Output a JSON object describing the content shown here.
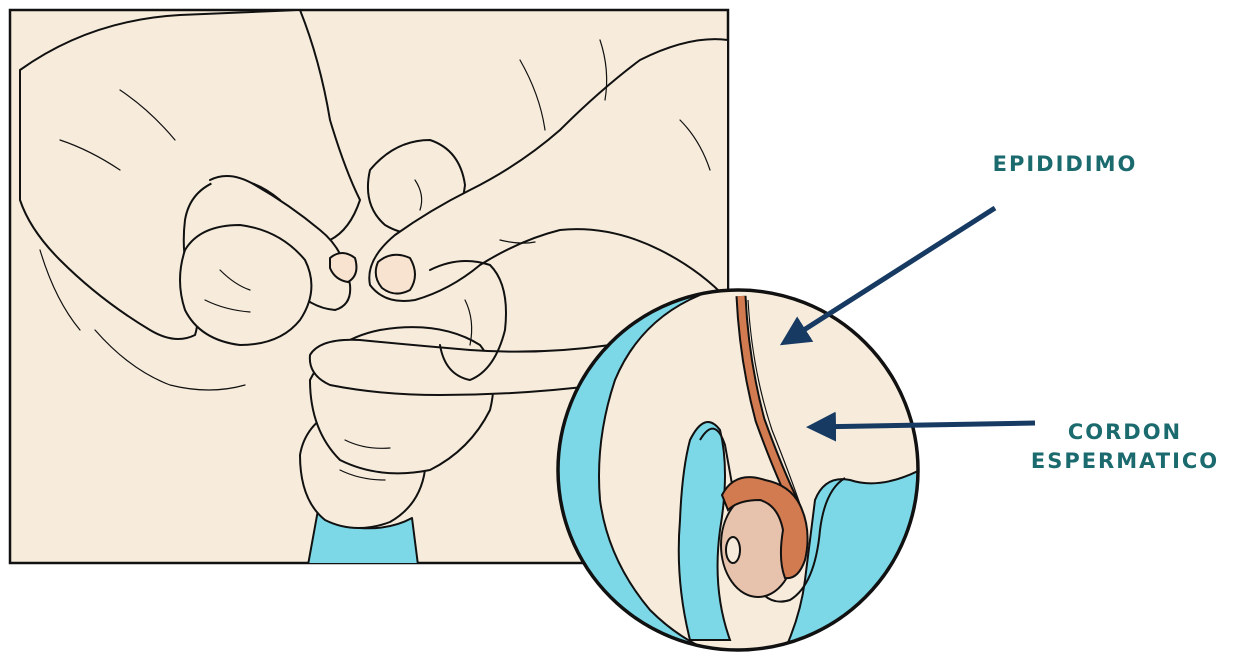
{
  "labels": {
    "epididimo": "EPIDIDIMO",
    "cordon_line1": "CORDON",
    "cordon_line2": "ESPERMATICO"
  },
  "colors": {
    "label_text": "#1a6a6e",
    "arrow": "#173a63",
    "background_skin": "#f7ecdc",
    "zoom_blue": "#7cd8e7",
    "cord_orange": "#d27a50",
    "testis_pink": "#e7c3ae",
    "outline": "#111111"
  }
}
